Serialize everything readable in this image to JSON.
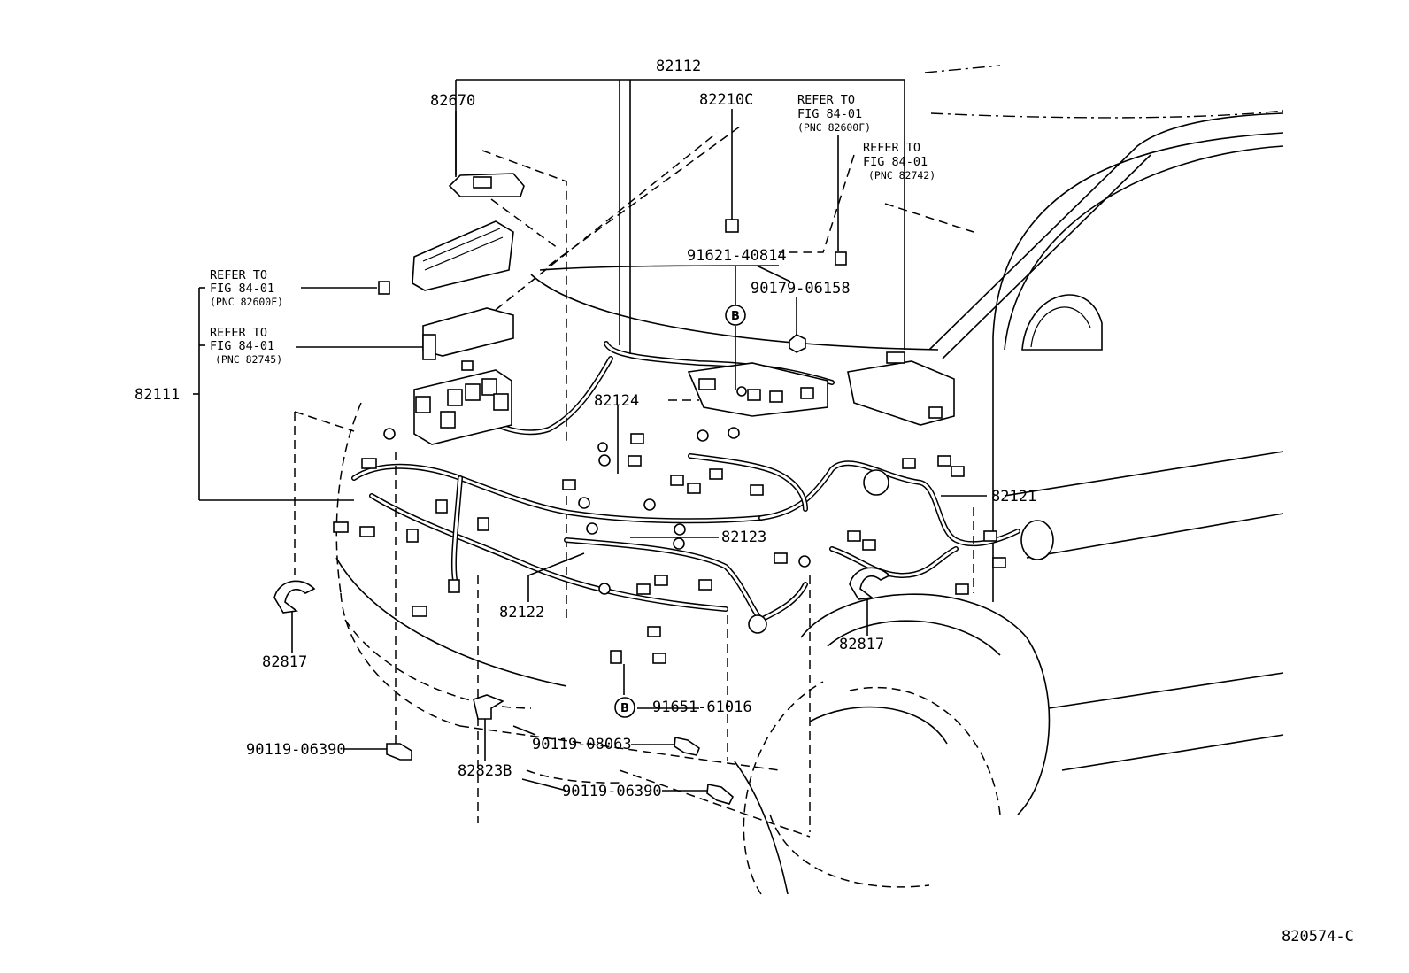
{
  "labels": {
    "p82112": "82112",
    "p82670": "82670",
    "p82210c": "82210C",
    "p91621": "91621-40814",
    "p90179": "90179-06158",
    "p82111": "82111",
    "p82124": "82124",
    "p82121": "82121",
    "p82123": "82123",
    "p82122": "82122",
    "p82817_left": "82817",
    "p82817_right": "82817",
    "p91651": "91651-61016",
    "p90119_06390_left": "90119-06390",
    "p90119_08063": "90119-08063",
    "p90119_06390_bottom": "90119-06390",
    "p82823b": "82823B",
    "figure_id": "820574-C"
  },
  "refer_notes": [
    {
      "line1": "REFER TO",
      "line2": "FIG 84-01",
      "line3": "(PNC 82600F)"
    },
    {
      "line1": "REFER TO",
      "line2": "FIG 84-01",
      "line3": "(PNC 82742)"
    },
    {
      "line1": "REFER TO",
      "line2": "FIG 84-01",
      "line3": "(PNC 82600F)"
    },
    {
      "line1": "REFER TO",
      "line2": "FIG 84-01",
      "line3": "(PNC 82745)"
    }
  ],
  "markers": {
    "b_top": "B",
    "b_bottom": "B"
  }
}
